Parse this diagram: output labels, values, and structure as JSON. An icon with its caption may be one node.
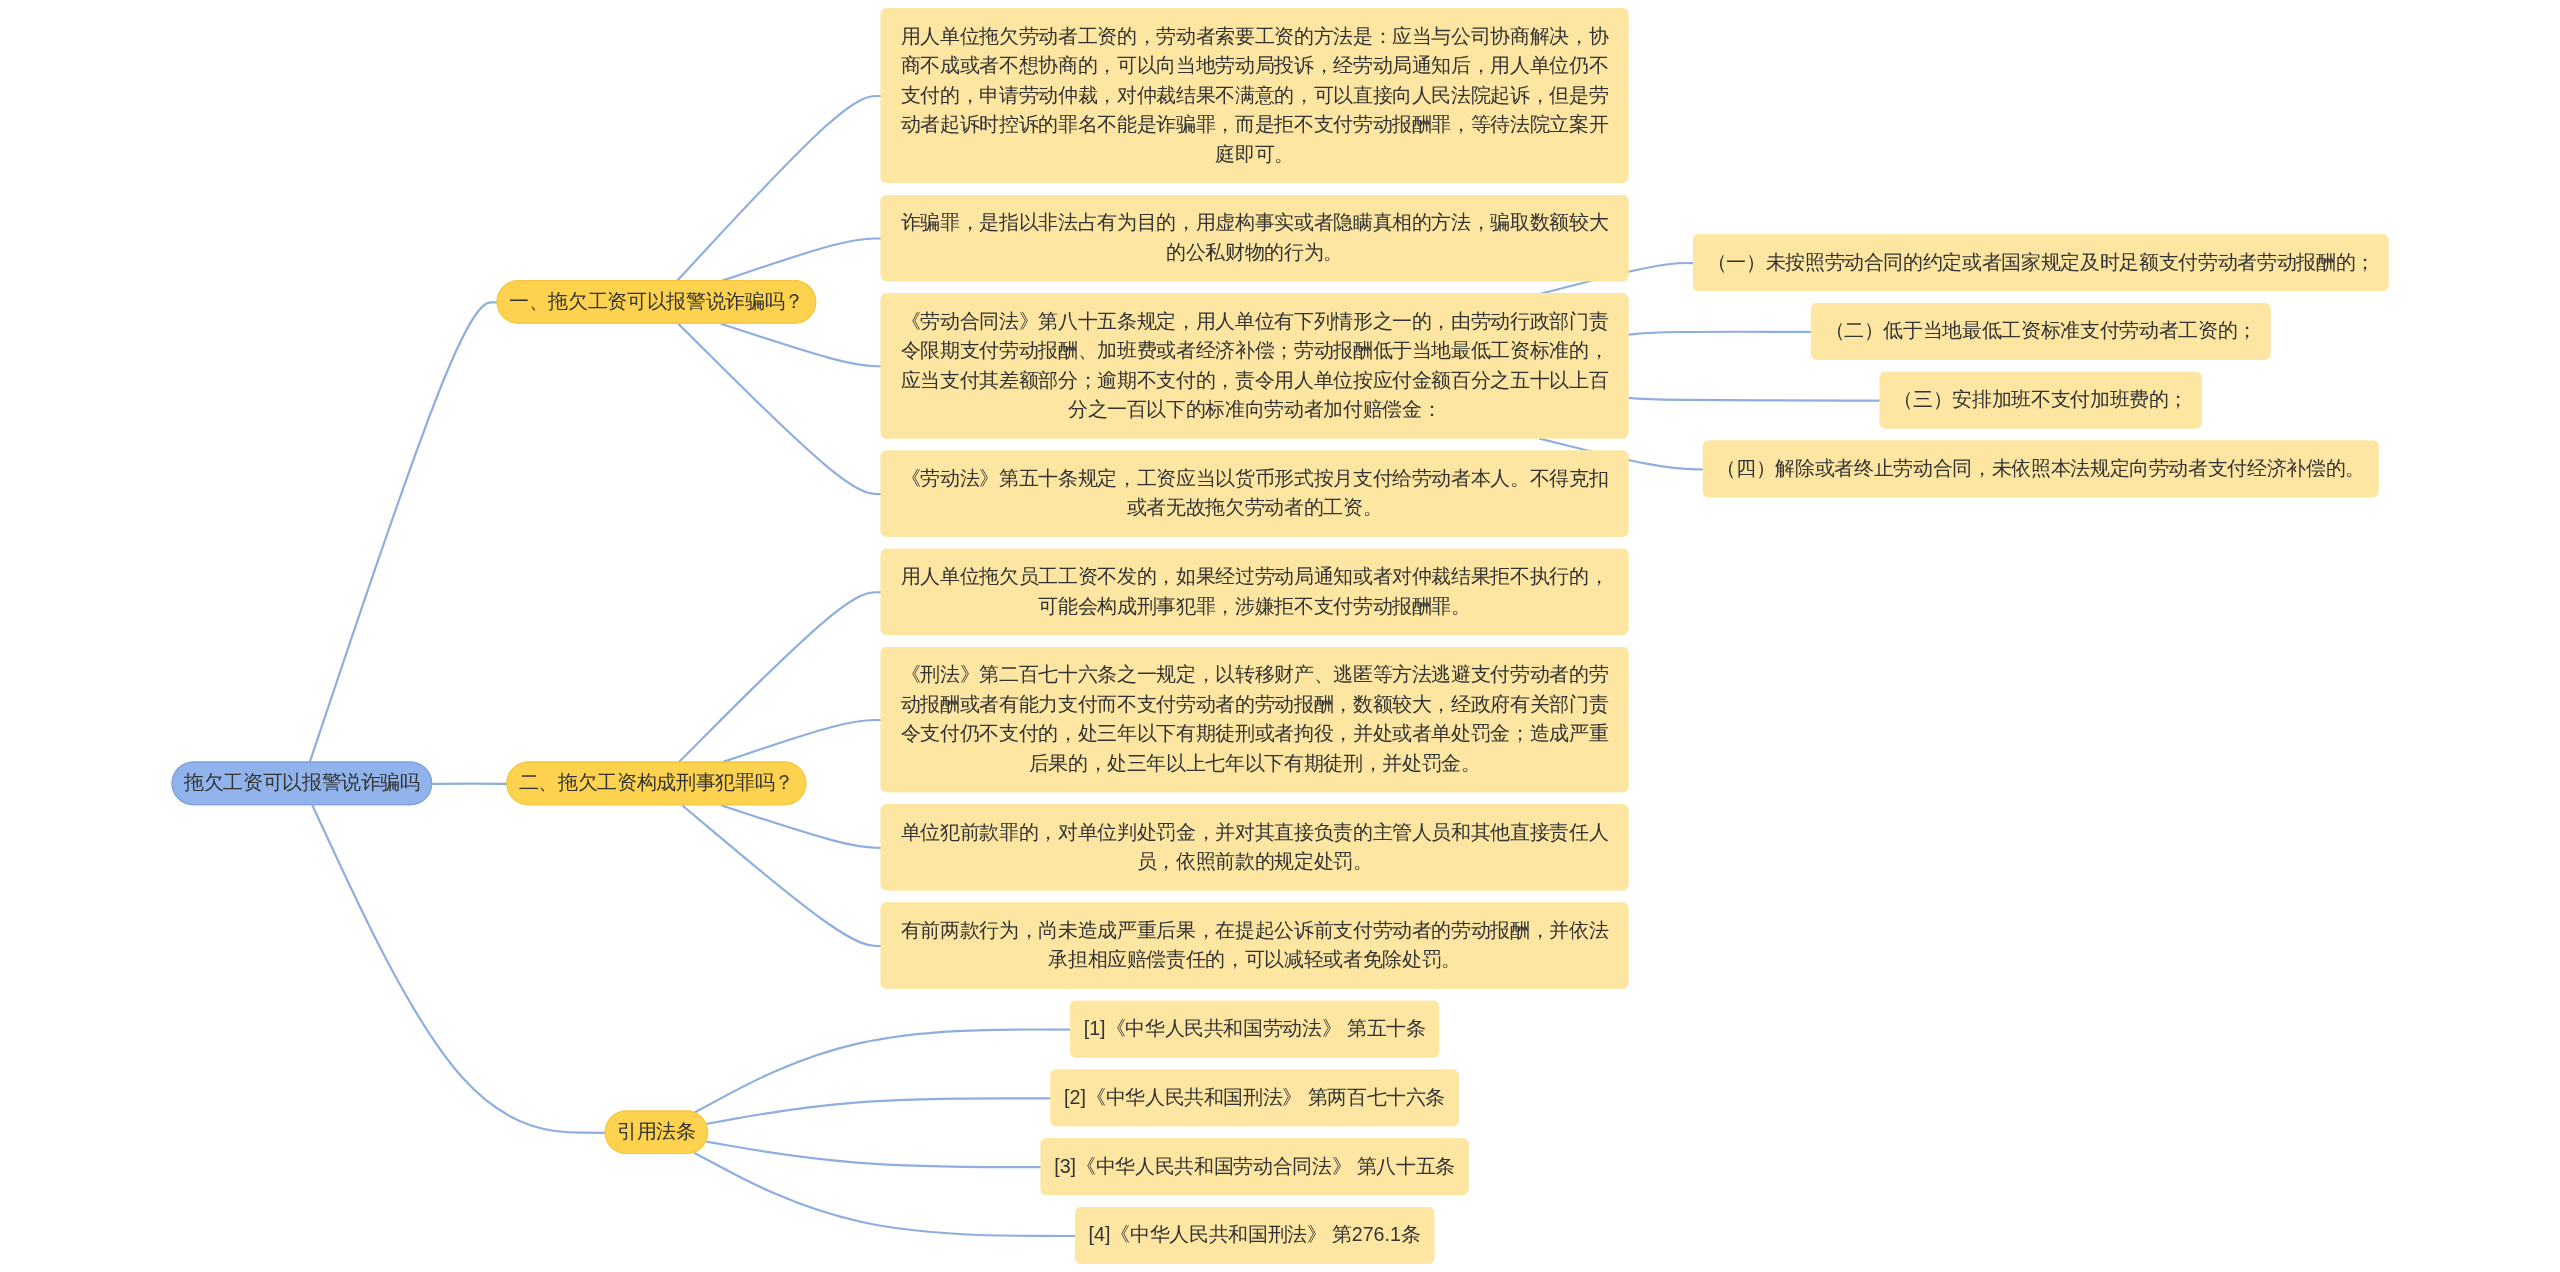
{
  "diagram": {
    "nodes": [
      {
        "text": [
          "拖欠工资可以报警说诈骗吗"
        ]
      },
      {
        "text": [
          "一、拖欠工资可以报警说诈骗吗？"
        ]
      },
      {
        "text": [
          "用人单位拖欠劳动者工资的，劳动者索要工资的方法是：应当与公司协商解决，协商不成或者不想协商的，可以向当地劳动局投诉，经劳动局通知后，用人单位仍不支付的，申请劳动仲裁，对仲裁结果不满意的，可以直接向人民法院起诉，但是劳动者起诉时控诉的罪名不能是诈骗罪，而是拒不支付劳动报酬罪，等待法院立案开庭即可。"
        ]
      },
      {
        "text": [
          "诈骗罪，是指以非法占有为目的，用虚构事实或者隐瞒真相的方法，骗取数额较大的公私财物的行为。"
        ]
      },
      {
        "text": [
          "《劳动合同法》第八十五条规定，用人单位有下列情形之一的，由劳动行政部门责令限期支付劳动报酬、加班费或者经济补偿；劳动报酬低于当地最低工资标准的，应当支付其差额部分；逾期不支付的，责令用人单位按应付金额百分之五十以上百分之一百以下的标准向劳动者加付赔偿金："
        ]
      },
      {
        "text": [
          "（一）未按照劳动合同的约定或者国家规定及时足额支付劳动者劳动报酬的；"
        ]
      },
      {
        "text": [
          "（二）低于当地最低工资标准支付劳动者工资的；"
        ]
      },
      {
        "text": [
          "（三）安排加班不支付加班费的；"
        ]
      },
      {
        "text": [
          "（四）解除或者终止劳动合同，未依照本法规定向劳动者支付经济补偿的。"
        ]
      },
      {
        "text": [
          "《劳动法》第五十条规定，工资应当以货币形式按月支付给劳动者本人。不得克扣或者无故拖欠劳动者的工资。"
        ]
      },
      {
        "text": [
          "二、拖欠工资构成刑事犯罪吗？"
        ]
      },
      {
        "text": [
          "用人单位拖欠员工工资不发的，如果经过劳动局通知或者对仲裁结果拒不执行的，可能会构成刑事犯罪，涉嫌拒不支付劳动报酬罪。"
        ]
      },
      {
        "text": [
          "《刑法》第二百七十六条之一规定，以转移财产、逃匿等方法逃避支付劳动者的劳动报酬或者有能力支付而不支付劳动者的劳动报酬，数额较大，经政府有关部门责令支付仍不支付的，处三年以下有期徒刑或者拘役，并处或者单处罚金；造成严重后果的，处三年以上七年以下有期徒刑，并处罚金。"
        ]
      },
      {
        "text": [
          "单位犯前款罪的，对单位判处罚金，并对其直接负责的主管人员和其他直接责任人员，依照前款的规定处罚。"
        ]
      },
      {
        "text": [
          "有前两款行为，尚未造成严重后果，在提起公诉前支付劳动者的劳动报酬，并依法承担相应赔偿责任的，可以减轻或者免除处罚。"
        ]
      },
      {
        "text": [
          "引用法条"
        ]
      },
      {
        "text": [
          "[1]《中华人民共和国劳动法》 第五十条"
        ]
      },
      {
        "text": [
          "[2]《中华人民共和国刑法》 第两百七十六条"
        ]
      },
      {
        "text": [
          "[3]《中华人民共和国劳动合同法》 第八十五条"
        ]
      },
      {
        "text": [
          "[4]《中华人民共和国刑法》 第276.1条"
        ]
      }
    ],
    "edges": [
      {
        "from": 0,
        "to": 1,
        "arrow": "none"
      },
      {
        "from": 1,
        "to": 2,
        "arrow": "none"
      },
      {
        "from": 1,
        "to": 3,
        "arrow": "none"
      },
      {
        "from": 1,
        "to": 4,
        "arrow": "none"
      },
      {
        "from": 4,
        "to": 5,
        "arrow": "none"
      },
      {
        "from": 4,
        "to": 6,
        "arrow": "none"
      },
      {
        "from": 4,
        "to": 7,
        "arrow": "none"
      },
      {
        "from": 4,
        "to": 8,
        "arrow": "none"
      },
      {
        "from": 1,
        "to": 9,
        "arrow": "none"
      },
      {
        "from": 0,
        "to": 10,
        "arrow": "none"
      },
      {
        "from": 10,
        "to": 11,
        "arrow": "none"
      },
      {
        "from": 10,
        "to": 12,
        "arrow": "none"
      },
      {
        "from": 10,
        "to": 13,
        "arrow": "none"
      },
      {
        "from": 10,
        "to": 14,
        "arrow": "none"
      },
      {
        "from": 0,
        "to": 15,
        "arrow": "none"
      },
      {
        "from": 15,
        "to": 16,
        "arrow": "none"
      },
      {
        "from": 15,
        "to": 17,
        "arrow": "none"
      },
      {
        "from": 15,
        "to": 18,
        "arrow": "none"
      },
      {
        "from": 15,
        "to": 19,
        "arrow": "none"
      }
    ]
  }
}
